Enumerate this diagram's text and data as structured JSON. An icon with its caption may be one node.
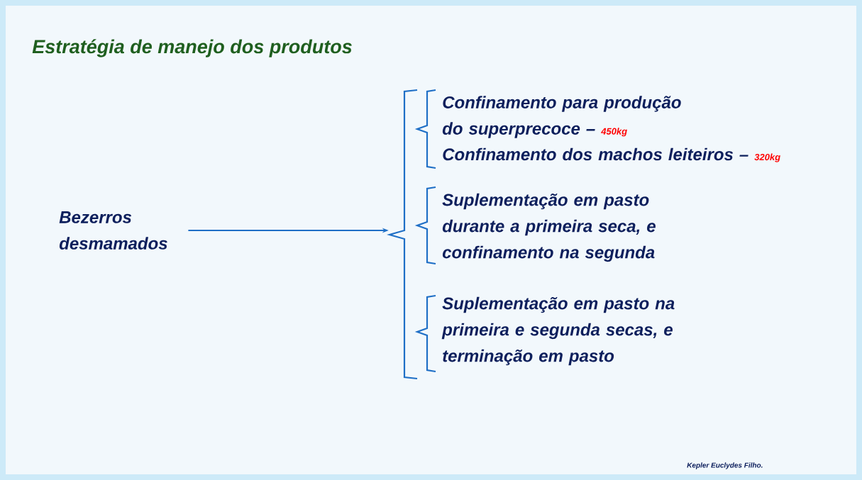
{
  "diagram": {
    "title": "Estratégia de manejo dos produtos",
    "nodes": [
      {
        "text": [
          "Bezerros desmamados"
        ]
      },
      {
        "text": [],
        "shape": "brace"
      },
      {
        "text": [
          "Confinamento para produção do superprecoce –",
          "Confinamento dos machos leiteiros –"
        ],
        "beside": [
          "450kg",
          "320kg"
        ]
      },
      {
        "text": [
          "Suplementação em pasto durante a primeira seca, e confinamento na segunda"
        ]
      },
      {
        "text": [
          "Suplementação em pasto na primeira e segunda secas, e terminação em pasto"
        ]
      }
    ],
    "edges": [
      {
        "from": 0,
        "to": 1,
        "arrow": "to"
      }
    ],
    "labels": [
      "Kepler Euclydes Filho."
    ]
  }
}
